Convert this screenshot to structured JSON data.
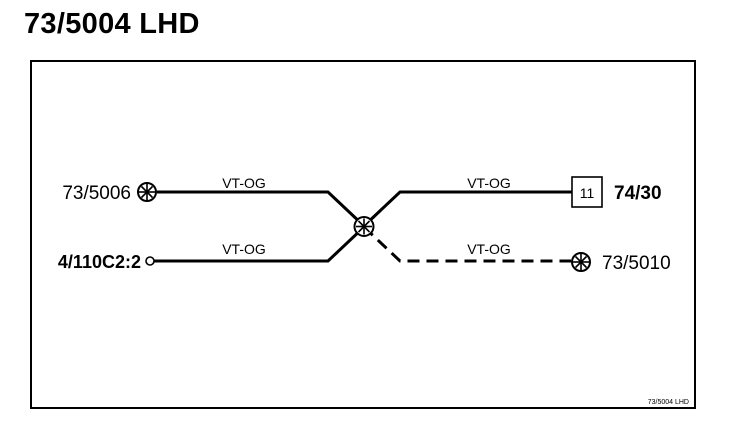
{
  "title": "73/5004 LHD",
  "footer_ref": "73/5004 LHD",
  "connectors": {
    "top_left": "73/5006",
    "bottom_left": "4/110C2:2",
    "top_right": "74/30",
    "bottom_right": "73/5010",
    "terminal_number": "11"
  },
  "wires": {
    "top_left": "VT-OG",
    "bottom_left": "VT-OG",
    "top_right": "VT-OG",
    "bottom_right": "VT-OG"
  },
  "icons": {
    "ground_point": "ground-circle-star-icon",
    "splice": "splice-circle-star-icon",
    "pin": "open-pin-circle-icon",
    "terminal_box": "terminal-box-icon"
  },
  "colors": {
    "line": "#000000",
    "background": "#ffffff"
  }
}
